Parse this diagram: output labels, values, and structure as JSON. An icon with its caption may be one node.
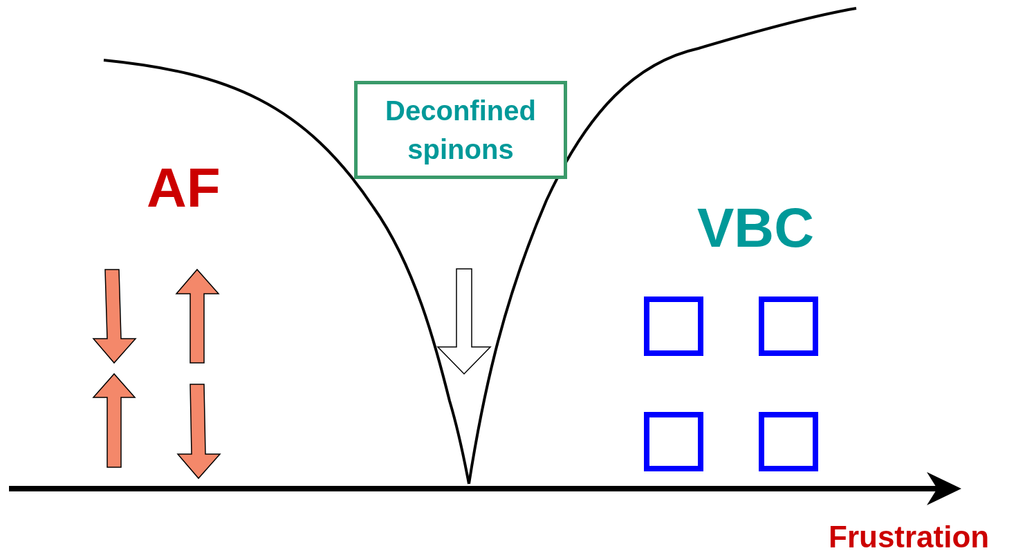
{
  "diagram": {
    "nodes": [
      {
        "text": [
          "Deconfined spinons"
        ]
      }
    ],
    "labels": [
      "AF",
      "VBC",
      "Frustration"
    ]
  }
}
